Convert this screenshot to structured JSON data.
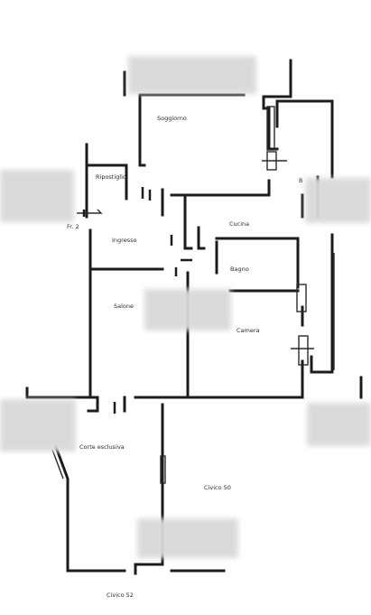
{
  "rooms": {
    "soggiorno": "Soggiorno",
    "ripostiglio": "Ripostiglio",
    "ingresso": "Ingresso",
    "cucina": "Cucina",
    "bagno": "Bagno",
    "salone": "Salone",
    "camera": "Camera",
    "balcony_fragment": "B"
  },
  "annotations": {
    "entrance_mark": "Fr. 2",
    "corte_esclusiva": "Corte esclusiva",
    "civico_50": "Civico 50",
    "civico_52": "Civico 52"
  }
}
